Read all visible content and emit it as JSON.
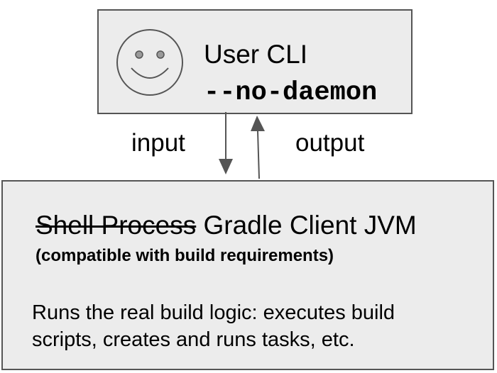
{
  "user_box": {
    "icon": "smiley-face-icon",
    "title": "User CLI",
    "flag": "--no-daemon"
  },
  "arrows": {
    "input_label": "input",
    "output_label": "output"
  },
  "client_box": {
    "title_struck": "Shell Process",
    "title": "Gradle Client JVM",
    "subtitle": "(compatible with build requirements)",
    "description_lines": [
      "Runs the real build logic: executes build",
      "scripts, creates and runs tasks, etc."
    ]
  },
  "colors": {
    "box_fill": "#ececec",
    "box_border": "#555555",
    "arrow": "#555555"
  }
}
